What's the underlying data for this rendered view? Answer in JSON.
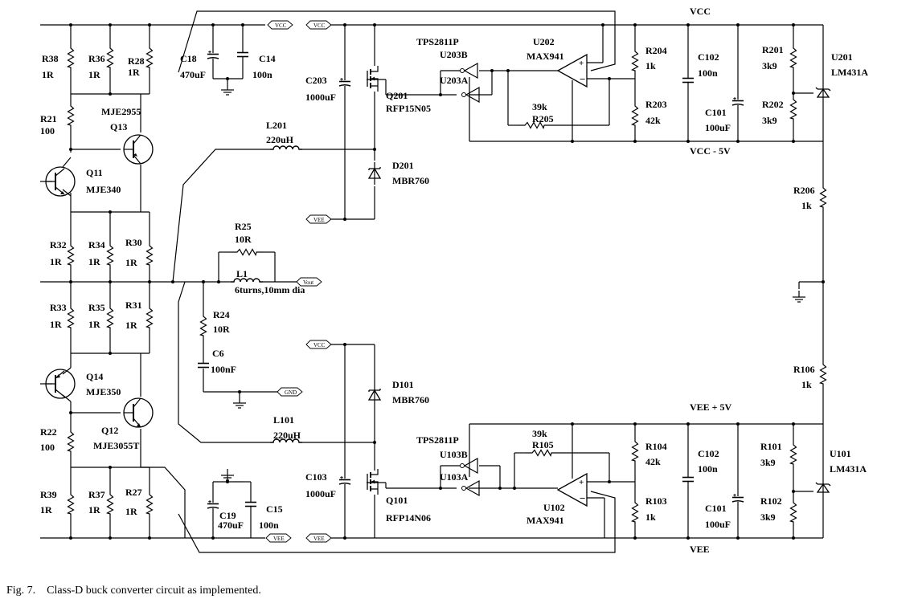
{
  "caption": "Fig. 7.    Class-D buck converter circuit as implemented.",
  "nets": {
    "vcc_top": "VCC",
    "vcc_minus": "VCC - 5V",
    "vee_plus": "VEE + 5V",
    "vee_bottom": "VEE",
    "port_vcc": "VCC",
    "port_vee": "VEE",
    "port_vout": "Vout",
    "port_gnd": "GND"
  },
  "components": [
    {
      "id": "r38",
      "ref": "R38",
      "value": "1R"
    },
    {
      "id": "r36",
      "ref": "R36",
      "value": "1R"
    },
    {
      "id": "r28",
      "ref": "R28",
      "value": "1R"
    },
    {
      "id": "c18",
      "ref": "C18",
      "value": "470uF"
    },
    {
      "id": "c14",
      "ref": "C14",
      "value": "100n"
    },
    {
      "id": "r21",
      "ref": "R21",
      "value": "100"
    },
    {
      "id": "q13",
      "ref": "Q13",
      "value": "MJE2955"
    },
    {
      "id": "q11",
      "ref": "Q11",
      "value": "MJE340"
    },
    {
      "id": "r32",
      "ref": "R32",
      "value": "1R"
    },
    {
      "id": "r34",
      "ref": "R34",
      "value": "1R"
    },
    {
      "id": "r30",
      "ref": "R30",
      "value": "1R"
    },
    {
      "id": "r33",
      "ref": "R33",
      "value": "1R"
    },
    {
      "id": "r35",
      "ref": "R35",
      "value": "1R"
    },
    {
      "id": "r31",
      "ref": "R31",
      "value": "1R"
    },
    {
      "id": "q14",
      "ref": "Q14",
      "value": "MJE350"
    },
    {
      "id": "q12",
      "ref": "Q12",
      "value": "MJE3055T"
    },
    {
      "id": "r22",
      "ref": "R22",
      "value": "100"
    },
    {
      "id": "r39",
      "ref": "R39",
      "value": "1R"
    },
    {
      "id": "r37",
      "ref": "R37",
      "value": "1R"
    },
    {
      "id": "r27",
      "ref": "R27",
      "value": "1R"
    },
    {
      "id": "c19",
      "ref": "C19",
      "value": "470uF"
    },
    {
      "id": "c15",
      "ref": "C15",
      "value": "100n"
    },
    {
      "id": "l201",
      "ref": "L201",
      "value": "220uH"
    },
    {
      "id": "r25",
      "ref": "R25",
      "value": "10R"
    },
    {
      "id": "l1",
      "ref": "L1",
      "value": "6turns,10mm dia"
    },
    {
      "id": "r24",
      "ref": "R24",
      "value": "10R"
    },
    {
      "id": "c6",
      "ref": "C6",
      "value": "100nF"
    },
    {
      "id": "l101",
      "ref": "L101",
      "value": "220uH"
    },
    {
      "id": "c203",
      "ref": "C203",
      "value": "1000uF"
    },
    {
      "id": "c103",
      "ref": "C103",
      "value": "1000uF"
    },
    {
      "id": "q201",
      "ref": "Q201",
      "value": "RFP15N05"
    },
    {
      "id": "q101",
      "ref": "Q101",
      "value": "RFP14N06"
    },
    {
      "id": "d201",
      "ref": "D201",
      "value": "MBR760"
    },
    {
      "id": "d101",
      "ref": "D101",
      "value": "MBR760"
    },
    {
      "id": "u203",
      "ref": "TPS2811P",
      "value": "U203B",
      "extra": "U203A"
    },
    {
      "id": "u103",
      "ref": "TPS2811P",
      "value": "U103B",
      "extra": "U103A"
    },
    {
      "id": "u202",
      "ref": "U202",
      "value": "MAX941"
    },
    {
      "id": "u102",
      "ref": "U102",
      "value": "MAX941"
    },
    {
      "id": "r205",
      "ref": "R205",
      "value": "39k"
    },
    {
      "id": "r105",
      "ref": "R105",
      "value": "39k"
    },
    {
      "id": "r204",
      "ref": "R204",
      "value": "1k"
    },
    {
      "id": "r203",
      "ref": "R203",
      "value": "42k"
    },
    {
      "id": "r104",
      "ref": "R104",
      "value": "42k"
    },
    {
      "id": "r103",
      "ref": "R103",
      "value": "1k"
    },
    {
      "id": "c102a",
      "ref": "C102",
      "value": "100n"
    },
    {
      "id": "c101a",
      "ref": "C101",
      "value": "100uF"
    },
    {
      "id": "c102b",
      "ref": "C102",
      "value": "100n"
    },
    {
      "id": "c101b",
      "ref": "C101",
      "value": "100uF"
    },
    {
      "id": "r201",
      "ref": "R201",
      "value": "3k9"
    },
    {
      "id": "r202",
      "ref": "R202",
      "value": "3k9"
    },
    {
      "id": "r101",
      "ref": "R101",
      "value": "3k9"
    },
    {
      "id": "r102",
      "ref": "R102",
      "value": "3k9"
    },
    {
      "id": "u201",
      "ref": "U201",
      "value": "LM431A"
    },
    {
      "id": "u101",
      "ref": "U101",
      "value": "LM431A"
    },
    {
      "id": "r206",
      "ref": "R206",
      "value": "1k"
    },
    {
      "id": "r106",
      "ref": "R106",
      "value": "1k"
    }
  ]
}
